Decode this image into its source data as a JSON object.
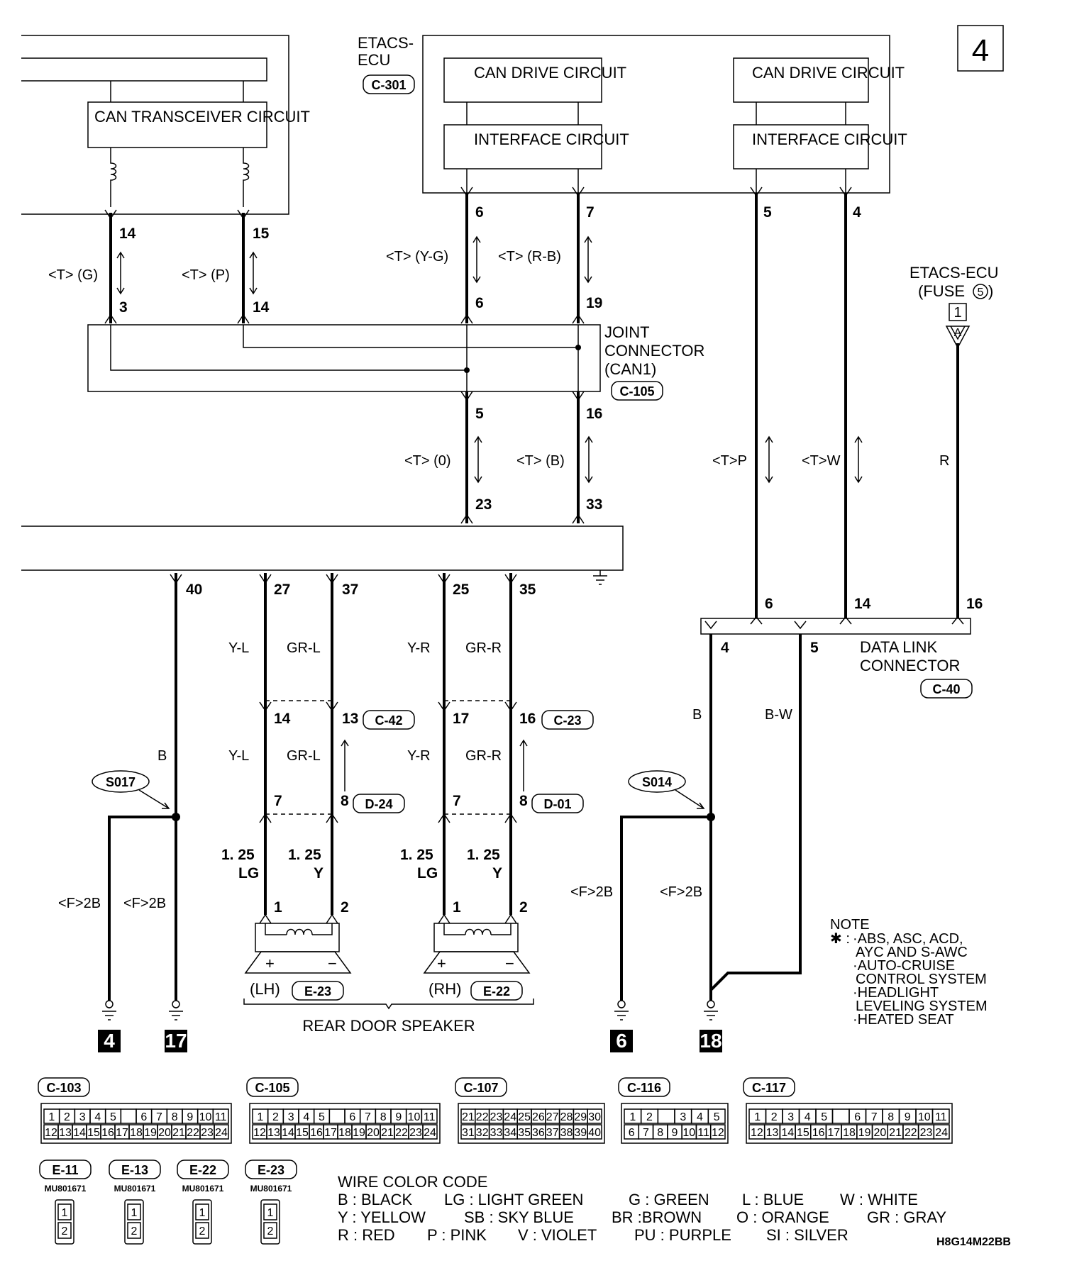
{
  "page_number": "4",
  "drawing_code": "H8G14M22BB",
  "left_unit": {
    "can_transceiver": "CAN TRANSCEIVER CIRCUIT"
  },
  "etacs": {
    "label_line1": "ETACS-",
    "label_line2": "ECU",
    "connector": "C-301",
    "can_drive_1": "CAN DRIVE CIRCUIT",
    "interface_1": "INTERFACE CIRCUIT",
    "can_drive_2": "CAN DRIVE CIRCUIT",
    "interface_2": "INTERFACE CIRCUIT",
    "pins": [
      "6",
      "7",
      "5",
      "4"
    ]
  },
  "fuse": {
    "label_line1": "ETACS-ECU",
    "label_line2": "(FUSE",
    "fuse_no": "5",
    "label_close": ")",
    "box_num": "1",
    "arrow_letter": "A"
  },
  "joint_connector": {
    "line1": "JOINT",
    "line2": "CONNECTOR",
    "line3": "(CAN1)",
    "connector": "C-105"
  },
  "upper_wires": [
    {
      "color": "<T> (G)",
      "top_pin": "14",
      "bottom_pin": "3"
    },
    {
      "color": "<T> (P)",
      "top_pin": "15",
      "bottom_pin": "14"
    },
    {
      "color": "<T> (Y-G)",
      "top_pin": "6",
      "bottom_pin": "6"
    },
    {
      "color": "<T> (R-B)",
      "top_pin": "7",
      "bottom_pin": "19"
    }
  ],
  "mid_wires": [
    {
      "color": "<T> (0)",
      "top_pin": "5",
      "bottom_pin": "23"
    },
    {
      "color": "<T> (B)",
      "top_pin": "16",
      "bottom_pin": "33"
    }
  ],
  "right_wires": [
    {
      "color": "<T>P"
    },
    {
      "color": "<T>W"
    },
    {
      "color": "R"
    }
  ],
  "lower_pins": [
    "40",
    "27",
    "37",
    "25",
    "35"
  ],
  "lower_colors": {
    "y_l": "Y-L",
    "gr_l": "GR-L",
    "y_r": "Y-R",
    "gr_r": "GR-R",
    "b": "B",
    "b_w": "B-W"
  },
  "mid_connectors": {
    "p14": "14",
    "p13": "13",
    "c42": "C-42",
    "p17": "17",
    "p16": "16",
    "c23": "C-23",
    "p7a": "7",
    "p8a": "8",
    "d24": "D-24",
    "p7b": "7",
    "p8b": "8",
    "d01": "D-01"
  },
  "gauges": {
    "g1": "1. 25",
    "lg": "LG",
    "g2": "1. 25",
    "y": "Y",
    "g3": "1. 25",
    "lg2": "LG",
    "g4": "1. 25",
    "y2": "Y"
  },
  "splices": [
    "S017",
    "S014"
  ],
  "ground_labels": [
    "<F>2B",
    "<F>2B",
    "<F>2B",
    "<F>2B"
  ],
  "grounds": [
    "4",
    "17",
    "6",
    "18"
  ],
  "speakers": {
    "lh": "(LH)",
    "lh_conn": "E-23",
    "rh": "(RH)",
    "rh_conn": "E-22",
    "caption": "REAR DOOR SPEAKER",
    "plus": "+",
    "minus": "−",
    "pin1": "1",
    "pin2": "2"
  },
  "data_link": {
    "line1": "DATA LINK",
    "line2": "CONNECTOR",
    "connector": "C-40",
    "pins_top": [
      "6",
      "14",
      "16"
    ],
    "pins_bottom": [
      "4",
      "5"
    ]
  },
  "note": {
    "title": "NOTE",
    "star": "✱ :",
    "items": [
      "·ABS, ASC, ACD,",
      "AYC AND S-AWC",
      "·AUTO-CRUISE",
      "CONTROL SYSTEM",
      "·HEADLIGHT",
      "LEVELING SYSTEM",
      "·HEATED SEAT"
    ]
  },
  "connector_views": [
    {
      "id": "C-103",
      "row1": [
        "1",
        "2",
        "3",
        "4",
        "5",
        "",
        "6",
        "7",
        "8",
        "9",
        "10",
        "11"
      ],
      "row2": [
        "12",
        "13",
        "14",
        "15",
        "16",
        "17",
        "18",
        "19",
        "20",
        "21",
        "22",
        "23",
        "24"
      ]
    },
    {
      "id": "C-105",
      "row1": [
        "1",
        "2",
        "3",
        "4",
        "5",
        "",
        "6",
        "7",
        "8",
        "9",
        "10",
        "11"
      ],
      "row2": [
        "12",
        "13",
        "14",
        "15",
        "16",
        "17",
        "18",
        "19",
        "20",
        "21",
        "22",
        "23",
        "24"
      ]
    },
    {
      "id": "C-107",
      "row1": [
        "21",
        "22",
        "23",
        "24",
        "25",
        "26",
        "27",
        "28",
        "29",
        "30"
      ],
      "row2": [
        "31",
        "32",
        "33",
        "34",
        "35",
        "36",
        "37",
        "38",
        "39",
        "40"
      ]
    },
    {
      "id": "C-116",
      "row1": [
        "1",
        "2",
        "",
        "3",
        "4",
        "5"
      ],
      "row2": [
        "6",
        "7",
        "8",
        "9",
        "10",
        "11",
        "12"
      ]
    },
    {
      "id": "C-117",
      "row1": [
        "1",
        "2",
        "3",
        "4",
        "5",
        "",
        "6",
        "7",
        "8",
        "9",
        "10",
        "11"
      ],
      "row2": [
        "12",
        "13",
        "14",
        "15",
        "16",
        "17",
        "18",
        "19",
        "20",
        "21",
        "22",
        "23",
        "24"
      ]
    }
  ],
  "small_connectors": [
    {
      "id": "E-11",
      "part": "MU801671",
      "pins": [
        "1",
        "2"
      ]
    },
    {
      "id": "E-13",
      "part": "MU801671",
      "pins": [
        "1",
        "2"
      ]
    },
    {
      "id": "E-22",
      "part": "MU801671",
      "pins": [
        "1",
        "2"
      ]
    },
    {
      "id": "E-23",
      "part": "MU801671",
      "pins": [
        "1",
        "2"
      ]
    }
  ],
  "wire_color_code": {
    "title": "WIRE COLOR CODE",
    "row1": [
      "B : BLACK",
      "LG : LIGHT GREEN",
      "G : GREEN",
      "L : BLUE",
      "W : WHITE"
    ],
    "row2": [
      "Y : YELLOW",
      "SB : SKY BLUE",
      "BR :BROWN",
      "O : ORANGE",
      "GR : GRAY"
    ],
    "row3": [
      "R : RED",
      "P : PINK",
      "V : VIOLET",
      "PU : PURPLE",
      "SI : SILVER"
    ]
  }
}
